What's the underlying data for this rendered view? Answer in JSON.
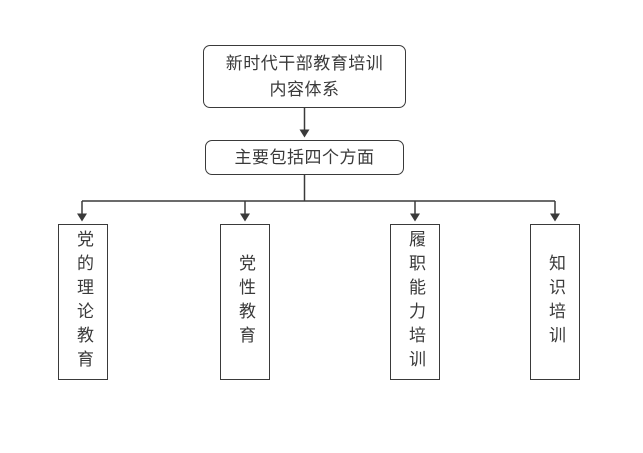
{
  "diagram": {
    "title_text": "新时代干部教育培训内容体系",
    "background_color": "#ffffff",
    "stroke_color": "#3a3a3a",
    "text_color": "#3a3a3a",
    "root": {
      "label": "新时代干部教育培训\n内容体系"
    },
    "branch": {
      "label": "主要包括四个方面"
    },
    "leaves": [
      {
        "label": "党的理论教育"
      },
      {
        "label": "党性教育"
      },
      {
        "label": "履职能力培训"
      },
      {
        "label": "知识培训"
      }
    ]
  }
}
